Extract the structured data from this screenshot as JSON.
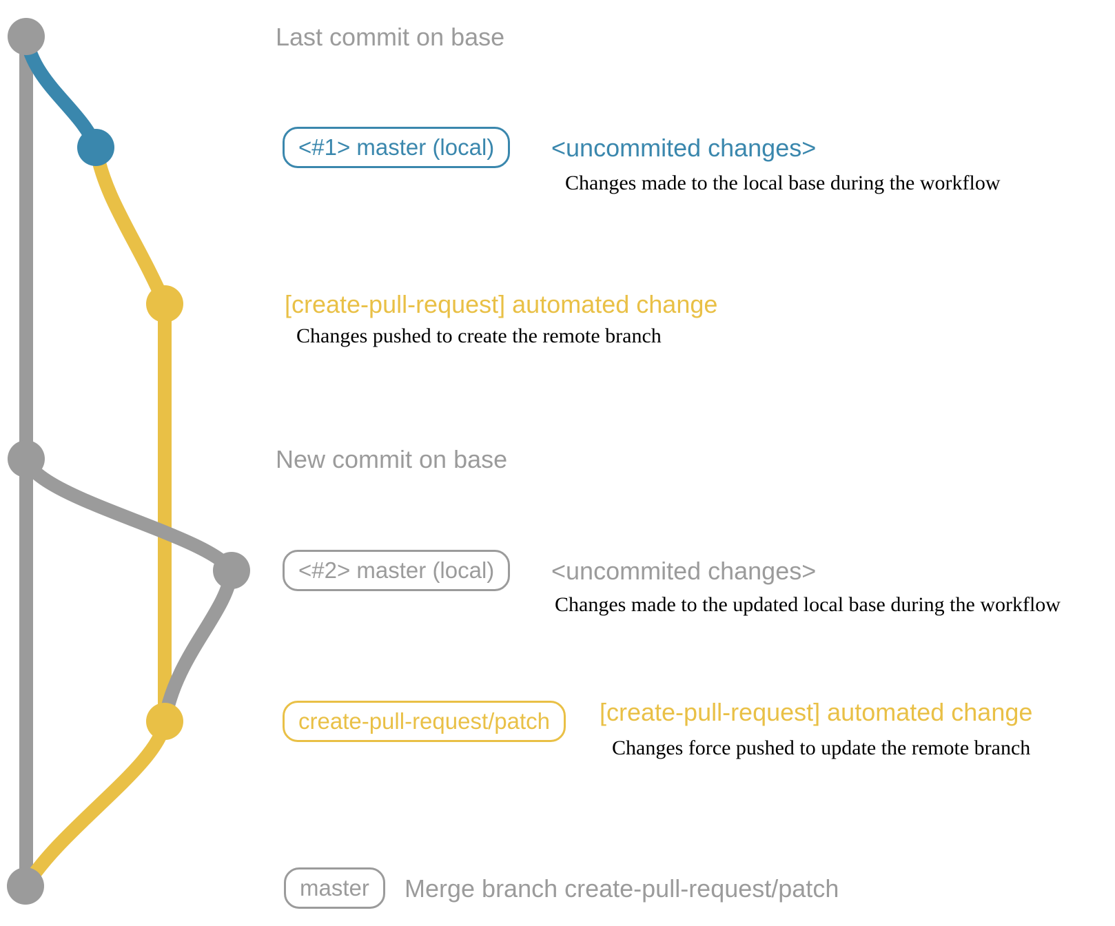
{
  "colors": {
    "gray": "#9b9b9b",
    "blue": "#3a87ad",
    "yellow": "#e9c046",
    "ink": "#000000",
    "background": "#ffffff"
  },
  "graph": {
    "nodes": [
      {
        "id": "last-commit-on-base",
        "color": "gray"
      },
      {
        "id": "local-uncommitted-changes-1",
        "color": "blue"
      },
      {
        "id": "patch-branch-commit-1",
        "color": "yellow"
      },
      {
        "id": "new-commit-on-base",
        "color": "gray"
      },
      {
        "id": "local-uncommitted-changes-2",
        "color": "gray"
      },
      {
        "id": "patch-branch-commit-2",
        "color": "yellow"
      },
      {
        "id": "merge-commit-on-base",
        "color": "gray"
      }
    ]
  },
  "annotations": {
    "last_commit": {
      "text": "Last commit on base"
    },
    "commit1": {
      "badge": "<#1> master (local)",
      "tag": "<uncommited changes>",
      "description": "Changes made to the local base during the workflow"
    },
    "patch1": {
      "title": "[create-pull-request] automated change",
      "description": "Changes pushed to create the remote branch"
    },
    "new_commit": {
      "text": "New commit on base"
    },
    "commit2": {
      "badge": "<#2> master (local)",
      "tag": "<uncommited changes>",
      "description": "Changes made to the updated local base during the workflow"
    },
    "patch2": {
      "badge": "create-pull-request/patch",
      "title": "[create-pull-request] automated change",
      "description": "Changes force pushed to update the remote branch"
    },
    "merge": {
      "badge": "master",
      "text": "Merge branch create-pull-request/patch"
    }
  }
}
